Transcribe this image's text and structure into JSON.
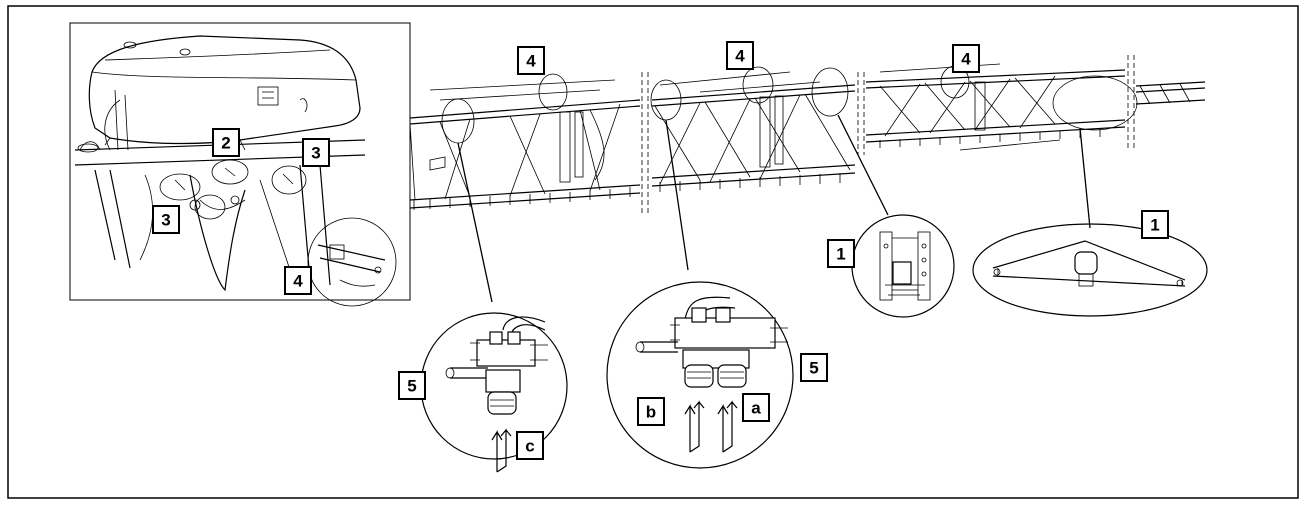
{
  "callouts": {
    "tank_2": "2",
    "tank_3_right": "3",
    "tank_3_left": "3",
    "tank_4": "4",
    "boom_4_a": "4",
    "boom_4_b": "4",
    "boom_4_c": "4",
    "detail_1_left": "1",
    "detail_1_right": "1",
    "detail_5_left": "5",
    "detail_5_right": "5",
    "port_c": "c",
    "port_b": "b",
    "port_a": "a"
  },
  "colors": {
    "ink": "#000000",
    "paper": "#ffffff",
    "frame": "#000000"
  }
}
